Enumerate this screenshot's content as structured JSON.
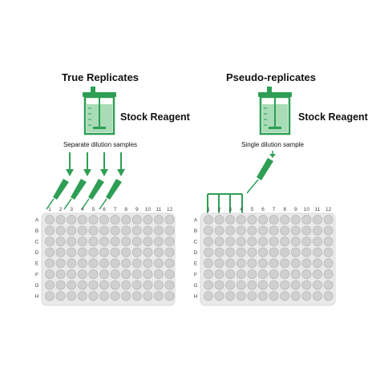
{
  "left": {
    "title": "True Replicates",
    "reagent_label": "Stock Reagent",
    "caption": "Separate dilution samples"
  },
  "right": {
    "title": "Pseudo-replicates",
    "reagent_label": "Stock Reagent",
    "caption": "Single dilution sample"
  },
  "plate": {
    "columns": [
      "1",
      "2",
      "3",
      "4",
      "5",
      "6",
      "7",
      "8",
      "9",
      "10",
      "11",
      "12"
    ],
    "rows": [
      "A",
      "B",
      "C",
      "D",
      "E",
      "F",
      "G",
      "H"
    ]
  },
  "colors": {
    "green": "#2e9e55",
    "green_light": "#a8dcb6",
    "plate_fill": "#e9e9e9",
    "well_fill": "#d0d0d0",
    "text": "#111111"
  }
}
